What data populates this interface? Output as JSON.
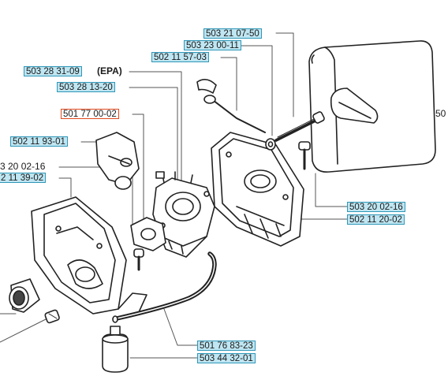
{
  "parts": [
    {
      "key": "p1",
      "number": "503 21 07-50"
    },
    {
      "key": "p2",
      "number": "503 23 00-11"
    },
    {
      "key": "p3",
      "number": "502 11 57-03"
    },
    {
      "key": "p4",
      "number": "503 28 31-09",
      "suffix": "(EPA)"
    },
    {
      "key": "p5",
      "number": "503 28 13-20"
    },
    {
      "key": "p6",
      "number": "501 77 00-02"
    },
    {
      "key": "p7",
      "number": "502 11 93-01"
    },
    {
      "key": "p8",
      "number": "3 20 02-16"
    },
    {
      "key": "p9",
      "number": "2 11 39-02"
    },
    {
      "key": "p10",
      "number": "50"
    },
    {
      "key": "p11",
      "number": "503 20 02-16"
    },
    {
      "key": "p12",
      "number": "502 11 20-02"
    },
    {
      "key": "p13",
      "number": "501 76 83-23"
    },
    {
      "key": "p14",
      "number": "503 44 32-01"
    }
  ],
  "highlight_color": "#e0481d",
  "label_color": "#bfe6f2"
}
